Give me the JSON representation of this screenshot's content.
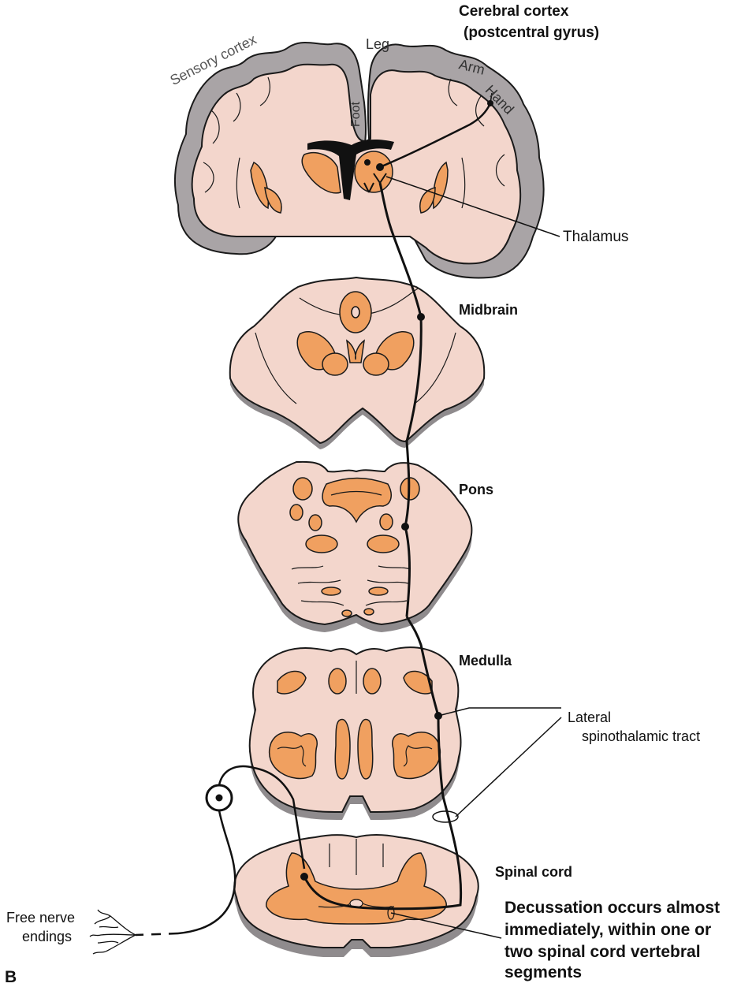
{
  "labels": {
    "cortex_title": "Cerebral cortex",
    "cortex_subtitle": "(postcentral gyrus)",
    "sensory_cortex": "Sensory cortex",
    "leg": "Leg",
    "arm": "Arm",
    "hand": "Hand",
    "foot": "Foot",
    "thalamus": "Thalamus",
    "midbrain": "Midbrain",
    "pons": "Pons",
    "medulla": "Medulla",
    "tract_line1": "Lateral",
    "tract_line2": "spinothalamic tract",
    "spinal_cord": "Spinal cord",
    "free_nerve_line1": "Free nerve",
    "free_nerve_line2": "endings",
    "decussation_line1": "Decussation occurs almost",
    "decussation_line2": "immediately, within one or",
    "decussation_line3": "two spinal cord vertebral",
    "decussation_line4": "segments",
    "panel_letter": "B"
  },
  "colors": {
    "tissue": "#f3d6cc",
    "nuclei": "#f0a060",
    "cortex_gray": "#a9a4a6",
    "shadow": "#8f8b8d",
    "outline": "#1a1a1a"
  }
}
